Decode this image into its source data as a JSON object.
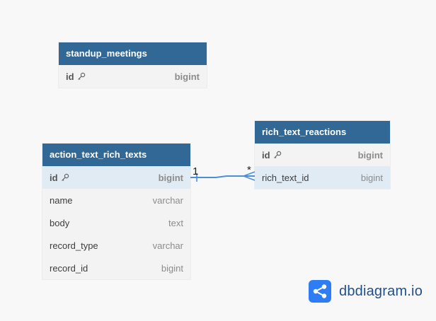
{
  "tables": [
    {
      "title": "standup_meetings",
      "fields": [
        {
          "name": "id",
          "type": "bigint",
          "pk": true
        }
      ]
    },
    {
      "title": "action_text_rich_texts",
      "fields": [
        {
          "name": "id",
          "type": "bigint",
          "pk": true
        },
        {
          "name": "name",
          "type": "varchar"
        },
        {
          "name": "body",
          "type": "text"
        },
        {
          "name": "record_type",
          "type": "varchar"
        },
        {
          "name": "record_id",
          "type": "bigint"
        }
      ]
    },
    {
      "title": "rich_text_reactions",
      "fields": [
        {
          "name": "id",
          "type": "bigint",
          "pk": true
        },
        {
          "name": "rich_text_id",
          "type": "bigint"
        }
      ]
    }
  ],
  "relationship": {
    "from_cardinality": "1",
    "to_cardinality": "*",
    "line_color": "#4a90d9"
  },
  "brand": {
    "name": "dbdiagram.io",
    "logo_color": "#2f7df4"
  },
  "icons": {
    "primary_key": "key-icon",
    "logo": "share-nodes-icon"
  }
}
